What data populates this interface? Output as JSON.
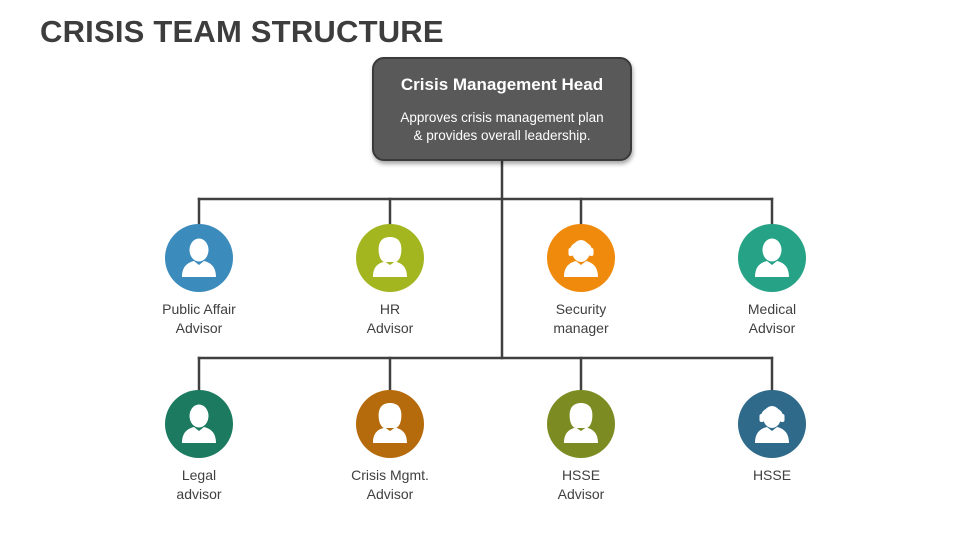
{
  "title": "CRISIS TEAM STRUCTURE",
  "head": {
    "title": "Crisis Management Head",
    "desc_line1": "Approves crisis management plan",
    "desc_line2": "& provides overall leadership."
  },
  "members": [
    {
      "line1": "Public Affair",
      "line2": "Advisor",
      "color": "#3b8bbd",
      "icon": "person-icon"
    },
    {
      "line1": "HR",
      "line2": "Advisor",
      "color": "#a3b51f",
      "icon": "person-female-icon"
    },
    {
      "line1": "Security",
      "line2": "manager",
      "color": "#f08a0c",
      "icon": "person-headset-icon"
    },
    {
      "line1": "Medical",
      "line2": "Advisor",
      "color": "#26a387",
      "icon": "person-icon"
    },
    {
      "line1": "Legal",
      "line2": "advisor",
      "color": "#1b7a5f",
      "icon": "person-icon"
    },
    {
      "line1": "Crisis Mgmt.",
      "line2": "Advisor",
      "color": "#b56b0c",
      "icon": "person-female-icon"
    },
    {
      "line1": "HSSE",
      "line2": "Advisor",
      "color": "#7c8c22",
      "icon": "person-female-icon"
    },
    {
      "line1": "HSSE",
      "line2": "",
      "color": "#306a8a",
      "icon": "person-headset-icon"
    }
  ]
}
